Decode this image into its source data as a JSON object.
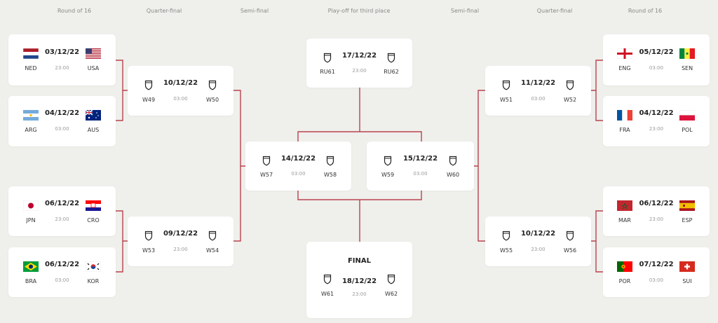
{
  "headers": [
    "Round of 16",
    "Quarter-final",
    "Semi-final",
    "Play-off for third place",
    "Semi-final",
    "Quarter-final",
    "Round of 16"
  ],
  "matches": [
    {
      "id": "r16-a",
      "home": "NED",
      "away": "USA",
      "home_flag": "netherlands-flag",
      "away_flag": "usa-flag",
      "date": "03/12/22",
      "time": "23:00"
    },
    {
      "id": "r16-b",
      "home": "ARG",
      "away": "AUS",
      "home_flag": "argentina-flag",
      "away_flag": "australia-flag",
      "date": "04/12/22",
      "time": "03:00"
    },
    {
      "id": "r16-c",
      "home": "JPN",
      "away": "CRO",
      "home_flag": "japan-flag",
      "away_flag": "croatia-flag",
      "date": "06/12/22",
      "time": "23:00"
    },
    {
      "id": "r16-d",
      "home": "BRA",
      "away": "KOR",
      "home_flag": "brazil-flag",
      "away_flag": "korea-flag",
      "date": "06/12/22",
      "time": "03:00"
    },
    {
      "id": "qf-a",
      "home": "W49",
      "away": "W50",
      "date": "10/12/22",
      "time": "03:00"
    },
    {
      "id": "qf-b",
      "home": "W53",
      "away": "W54",
      "date": "09/12/22",
      "time": "23:00"
    },
    {
      "id": "sf-a",
      "home": "W57",
      "away": "W58",
      "date": "14/12/22",
      "time": "03:00"
    },
    {
      "id": "third",
      "home": "RU61",
      "away": "RU62",
      "date": "17/12/22",
      "time": "23:00"
    },
    {
      "id": "final",
      "title": "FINAL",
      "home": "W61",
      "away": "W62",
      "date": "18/12/22",
      "time": "23:00"
    },
    {
      "id": "sf-b",
      "home": "W59",
      "away": "W60",
      "date": "15/12/22",
      "time": "03:00"
    },
    {
      "id": "qf-c",
      "home": "W51",
      "away": "W52",
      "date": "11/12/22",
      "time": "03:00"
    },
    {
      "id": "qf-d",
      "home": "W55",
      "away": "W56",
      "date": "10/12/22",
      "time": "23:00"
    },
    {
      "id": "r16-e",
      "home": "ENG",
      "away": "SEN",
      "home_flag": "england-flag",
      "away_flag": "senegal-flag",
      "date": "05/12/22",
      "time": "03:00"
    },
    {
      "id": "r16-f",
      "home": "FRA",
      "away": "POL",
      "home_flag": "france-flag",
      "away_flag": "poland-flag",
      "date": "04/12/22",
      "time": "23:00"
    },
    {
      "id": "r16-g",
      "home": "MAR",
      "away": "ESP",
      "home_flag": "morocco-flag",
      "away_flag": "spain-flag",
      "date": "06/12/22",
      "time": "23:00"
    },
    {
      "id": "r16-h",
      "home": "POR",
      "away": "SUI",
      "home_flag": "portugal-flag",
      "away_flag": "switzerland-flag",
      "date": "07/12/22",
      "time": "03:00"
    }
  ],
  "colors": {
    "connector": "#b8434f",
    "background": "#efefeb",
    "card": "#ffffff"
  }
}
